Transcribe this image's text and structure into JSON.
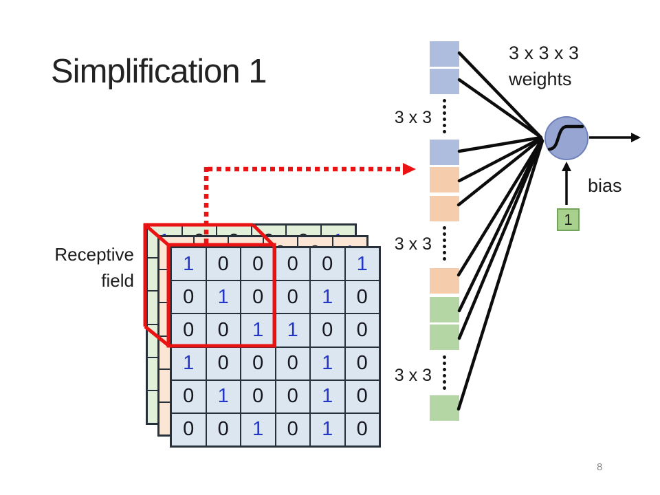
{
  "slide": {
    "title": "Simplification 1",
    "page_number": "8"
  },
  "receptive_field": {
    "line1": "Receptive",
    "line2": "field"
  },
  "matrix": {
    "rows": 6,
    "cols": 6,
    "values": [
      [
        1,
        0,
        0,
        0,
        0,
        1
      ],
      [
        0,
        1,
        0,
        0,
        1,
        0
      ],
      [
        0,
        0,
        1,
        1,
        0,
        0
      ],
      [
        1,
        0,
        0,
        0,
        1,
        0
      ],
      [
        0,
        1,
        0,
        0,
        1,
        0
      ],
      [
        0,
        0,
        1,
        0,
        1,
        0
      ]
    ],
    "layers": [
      {
        "name": "back-green",
        "fill": "#e2efd9"
      },
      {
        "name": "middle-orange",
        "fill": "#fbe5d5"
      },
      {
        "name": "front-blue",
        "fill": "#dce6f1"
      }
    ],
    "one_color": "#2336c5",
    "zero_color": "#16161e"
  },
  "weight_column": {
    "group_label": "3 x 3",
    "groups": [
      {
        "name": "blue",
        "fill": "#aebcde"
      },
      {
        "name": "orange",
        "fill": "#f5cdac"
      },
      {
        "name": "green",
        "fill": "#b4d6a4"
      }
    ]
  },
  "neuron": {
    "weights_label_line1": "3 x 3 x 3",
    "weights_label_line2": "weights",
    "bias_label": "bias",
    "bias_value": "1",
    "body_fill": "#97a5d3",
    "body_stroke": "#6f7fba"
  },
  "accent_red": "#ea1212"
}
